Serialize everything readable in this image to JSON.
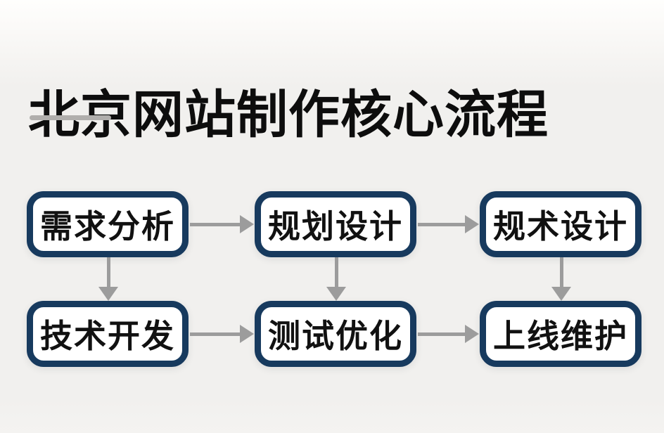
{
  "page": {
    "title": "北京网站制作核心流程"
  },
  "colors": {
    "background": "#f1f0ee",
    "title-text": "#0d0d0d",
    "underline": "#b0aeac",
    "box-border": "#173a5e",
    "box-fill": "#ffffff",
    "node-text": "#111111",
    "arrow": "#9c9c9c"
  },
  "flowchart": {
    "nodes": [
      {
        "id": "requirement-analysis",
        "label": "需求分析",
        "row": 1,
        "col": 1
      },
      {
        "id": "planning-design",
        "label": "规划设计",
        "row": 1,
        "col": 2
      },
      {
        "id": "technical-design",
        "label": "规术设计",
        "row": 1,
        "col": 3
      },
      {
        "id": "technical-development",
        "label": "技术开发",
        "row": 2,
        "col": 1
      },
      {
        "id": "testing-optimization",
        "label": "测试优化",
        "row": 2,
        "col": 2
      },
      {
        "id": "launch-maintenance",
        "label": "上线维护",
        "row": 2,
        "col": 3
      }
    ],
    "edges": [
      {
        "from": "需求分析",
        "to": "规划设计",
        "direction": "right"
      },
      {
        "from": "规划设计",
        "to": "规术设计",
        "direction": "right"
      },
      {
        "from": "需求分析",
        "to": "技术开发",
        "direction": "down"
      },
      {
        "from": "规划设计",
        "to": "测试优化",
        "direction": "down"
      },
      {
        "from": "规术设计",
        "to": "上线维护",
        "direction": "down"
      },
      {
        "from": "技术开发",
        "to": "测试优化",
        "direction": "right"
      },
      {
        "from": "测试优化",
        "to": "上线维护",
        "direction": "right"
      }
    ]
  }
}
